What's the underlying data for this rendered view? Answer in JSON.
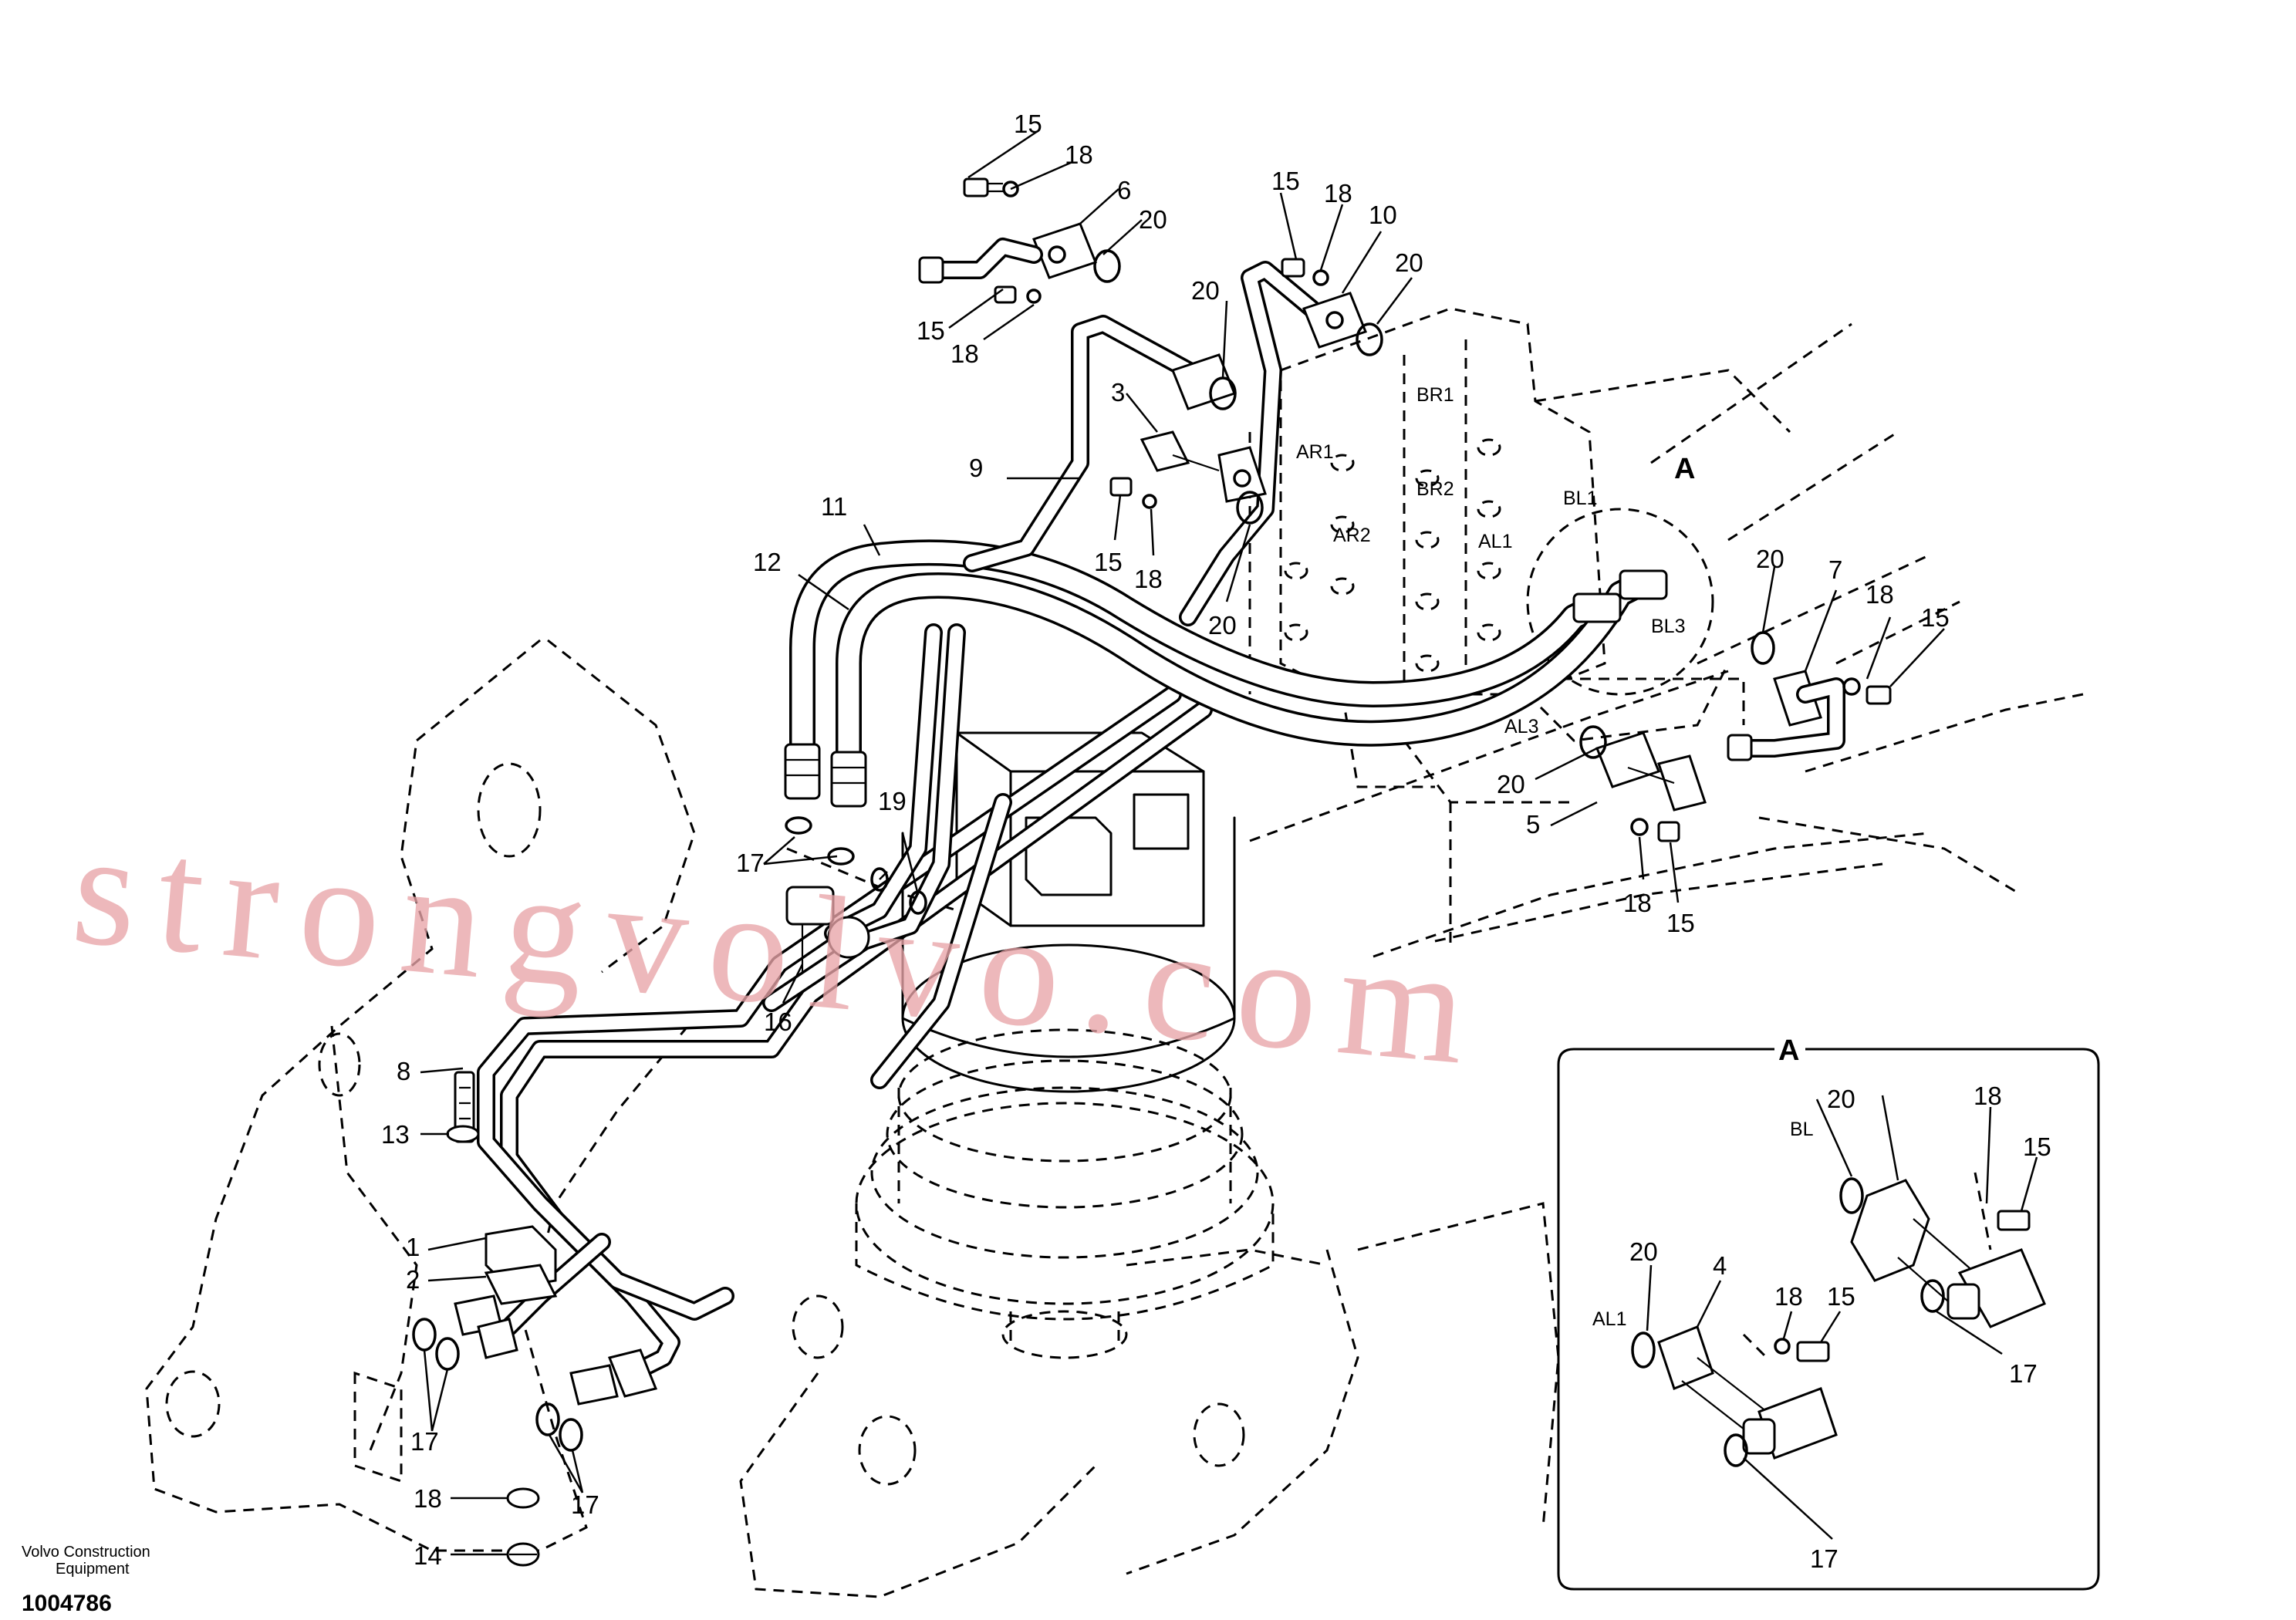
{
  "watermark": "strongvolvo.com",
  "brand": {
    "line1": "Volvo Construction",
    "line2": "Equipment"
  },
  "document_number": "1004786",
  "detail": {
    "title": "A"
  },
  "main_view_detail_marker": "A",
  "callouts": {
    "c1": "1",
    "c2": "2",
    "c3": "3",
    "c4": "4",
    "c5": "5",
    "c6": "6",
    "c7": "7",
    "c8": "8",
    "c9": "9",
    "c10": "10",
    "c11": "11",
    "c12": "12",
    "c13": "13",
    "c14": "14",
    "c15": "15",
    "c16": "16",
    "c17": "17",
    "c18": "18",
    "c19": "19",
    "c20": "20"
  },
  "ports": {
    "ar1": "AR1",
    "ar2": "AR2",
    "br1": "BR1",
    "br2": "BR2",
    "al1": "AL1",
    "bl1": "BL1",
    "bl3": "BL3",
    "al3": "AL3",
    "bl": "BL"
  }
}
